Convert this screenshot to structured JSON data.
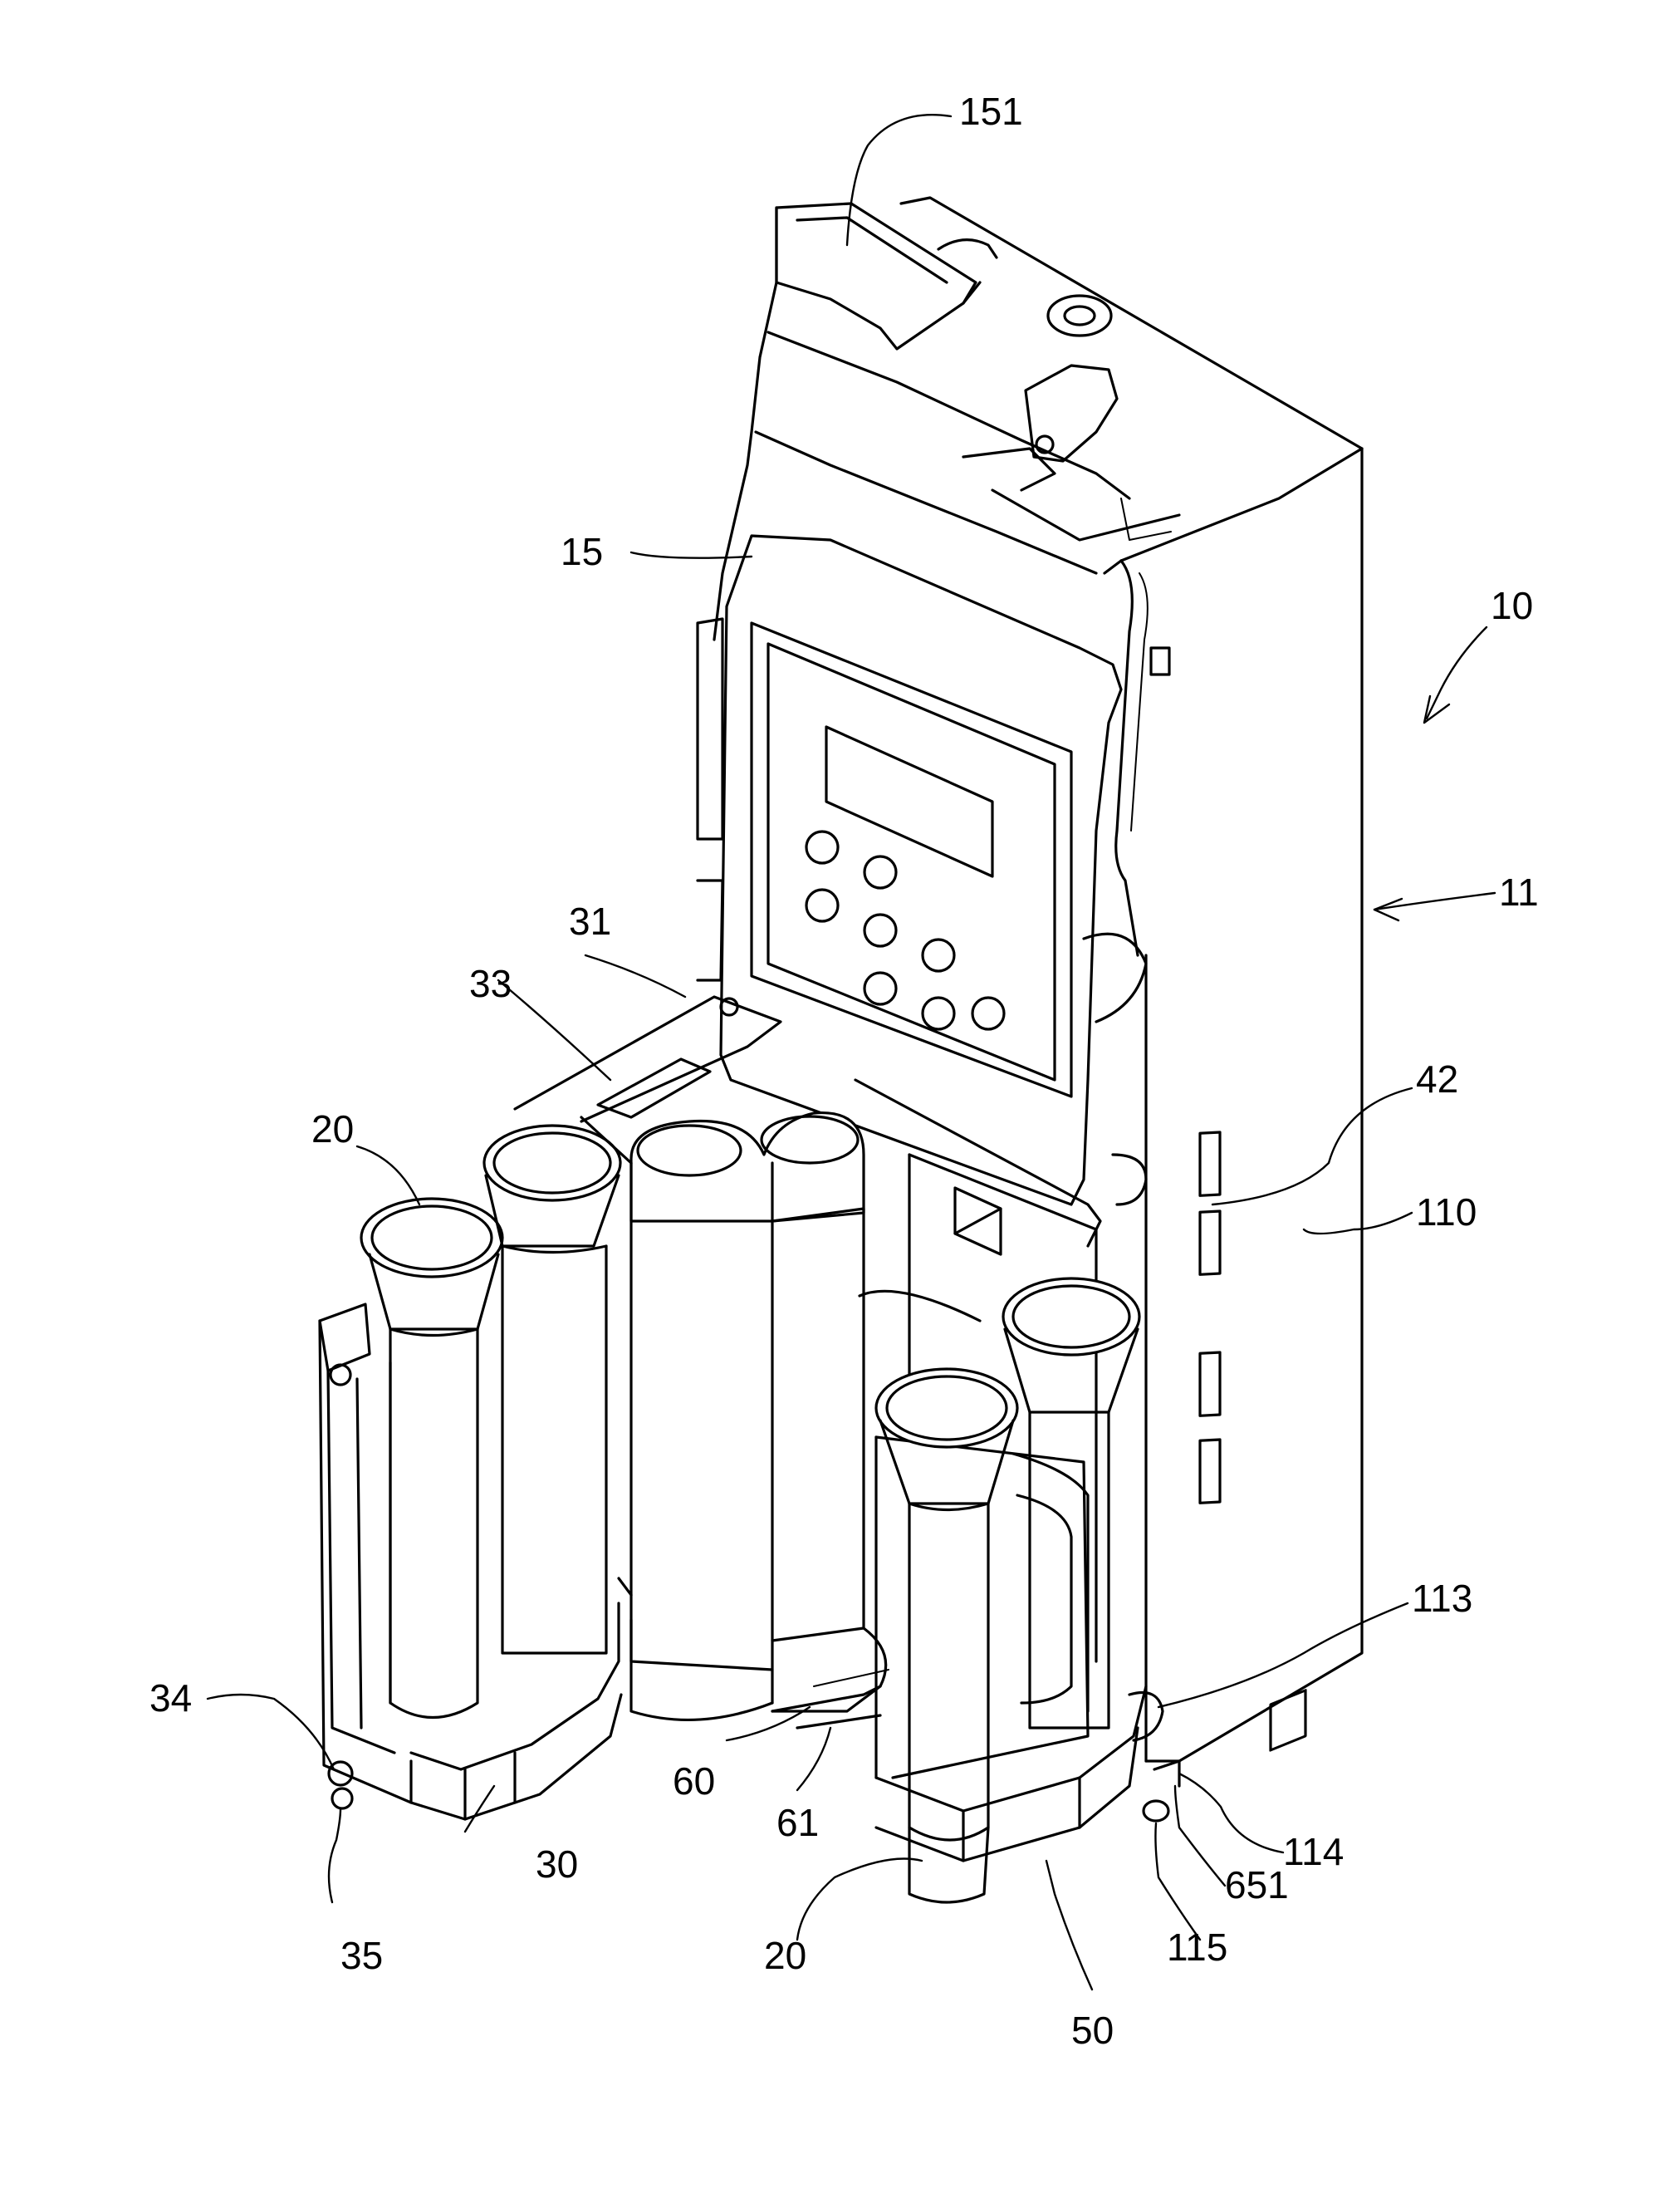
{
  "figure": {
    "labels": [
      {
        "id": "label-151",
        "text": "151"
      },
      {
        "id": "label-15",
        "text": "15"
      },
      {
        "id": "label-10",
        "text": "10"
      },
      {
        "id": "label-11",
        "text": "11"
      },
      {
        "id": "label-31",
        "text": "31"
      },
      {
        "id": "label-33",
        "text": "33"
      },
      {
        "id": "label-20-left",
        "text": "20"
      },
      {
        "id": "label-42",
        "text": "42"
      },
      {
        "id": "label-110",
        "text": "110"
      },
      {
        "id": "label-113",
        "text": "113"
      },
      {
        "id": "label-34",
        "text": "34"
      },
      {
        "id": "label-60",
        "text": "60"
      },
      {
        "id": "label-61",
        "text": "61"
      },
      {
        "id": "label-30",
        "text": "30"
      },
      {
        "id": "label-114",
        "text": "114"
      },
      {
        "id": "label-651",
        "text": "651"
      },
      {
        "id": "label-35",
        "text": "35"
      },
      {
        "id": "label-20-bottom",
        "text": "20"
      },
      {
        "id": "label-115",
        "text": "115"
      },
      {
        "id": "label-50",
        "text": "50"
      }
    ]
  }
}
